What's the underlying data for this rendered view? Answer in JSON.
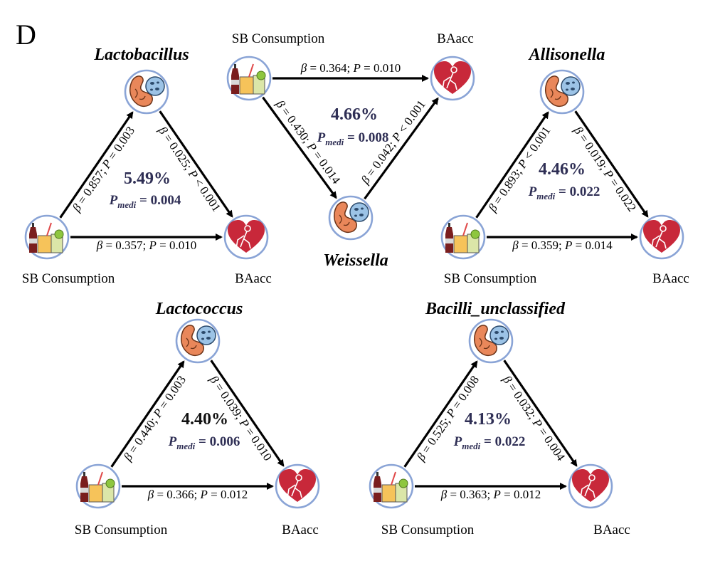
{
  "panel_letter": "D",
  "colors": {
    "circle_stroke": "#8aa4d6",
    "heart": "#c8283a",
    "gut": "#e9875a",
    "microbe": "#9cc3e6",
    "cola": "#7a1e1e",
    "juice": "#f6c35a",
    "mediation_text": "#2f2f55"
  },
  "icons": {
    "exposure": "soft-drink-icon",
    "mediator": "gut-microbiota-icon",
    "outcome": "heart-aging-icon"
  },
  "panels": [
    {
      "id": "lactobacillus",
      "genus": "Lactobacillus",
      "exposure": "SB Consumption",
      "outcome": "BAacc",
      "path_a": {
        "beta": "0.857",
        "p": "0.003"
      },
      "path_b": {
        "beta": "0.025",
        "p": "< 0.001"
      },
      "path_c": {
        "beta": "0.357",
        "p": "0.010"
      },
      "proportion": "5.49%",
      "p_medi_value": "0.004"
    },
    {
      "id": "weissella",
      "genus": "Weissella",
      "exposure": "SB Consumption",
      "outcome": "BAacc",
      "path_a": {
        "beta": "0.430",
        "p": "0.014"
      },
      "path_b": {
        "beta": "0.042",
        "p": "< 0.001"
      },
      "path_c": {
        "beta": "0.364",
        "p": "0.010"
      },
      "proportion": "4.66%",
      "p_medi_value": "0.008"
    },
    {
      "id": "allisonella",
      "genus": "Allisonella",
      "exposure": "SB Consumption",
      "outcome": "BAacc",
      "path_a": {
        "beta": "0.893",
        "p": "< 0.001"
      },
      "path_b": {
        "beta": "0.019",
        "p": "0.022"
      },
      "path_c": {
        "beta": "0.359",
        "p": "0.014"
      },
      "proportion": "4.46%",
      "p_medi_value": "0.022"
    },
    {
      "id": "lactococcus",
      "genus": "Lactococcus",
      "exposure": "SB Consumption",
      "outcome": "BAacc",
      "path_a": {
        "beta": "0.440",
        "p": "0.003"
      },
      "path_b": {
        "beta": "0.039",
        "p": "0.010"
      },
      "path_c": {
        "beta": "0.366",
        "p": "0.012"
      },
      "proportion": "4.40%",
      "p_medi_value": "0.006"
    },
    {
      "id": "bacilli-unclassified",
      "genus": "Bacilli_unclassified",
      "exposure": "SB Consumption",
      "outcome": "BAacc",
      "path_a": {
        "beta": "0.525",
        "p": "0.008"
      },
      "path_b": {
        "beta": "0.032",
        "p": "0.004"
      },
      "path_c": {
        "beta": "0.363",
        "p": "0.012"
      },
      "proportion": "4.13%",
      "p_medi_value": "0.022"
    }
  ]
}
